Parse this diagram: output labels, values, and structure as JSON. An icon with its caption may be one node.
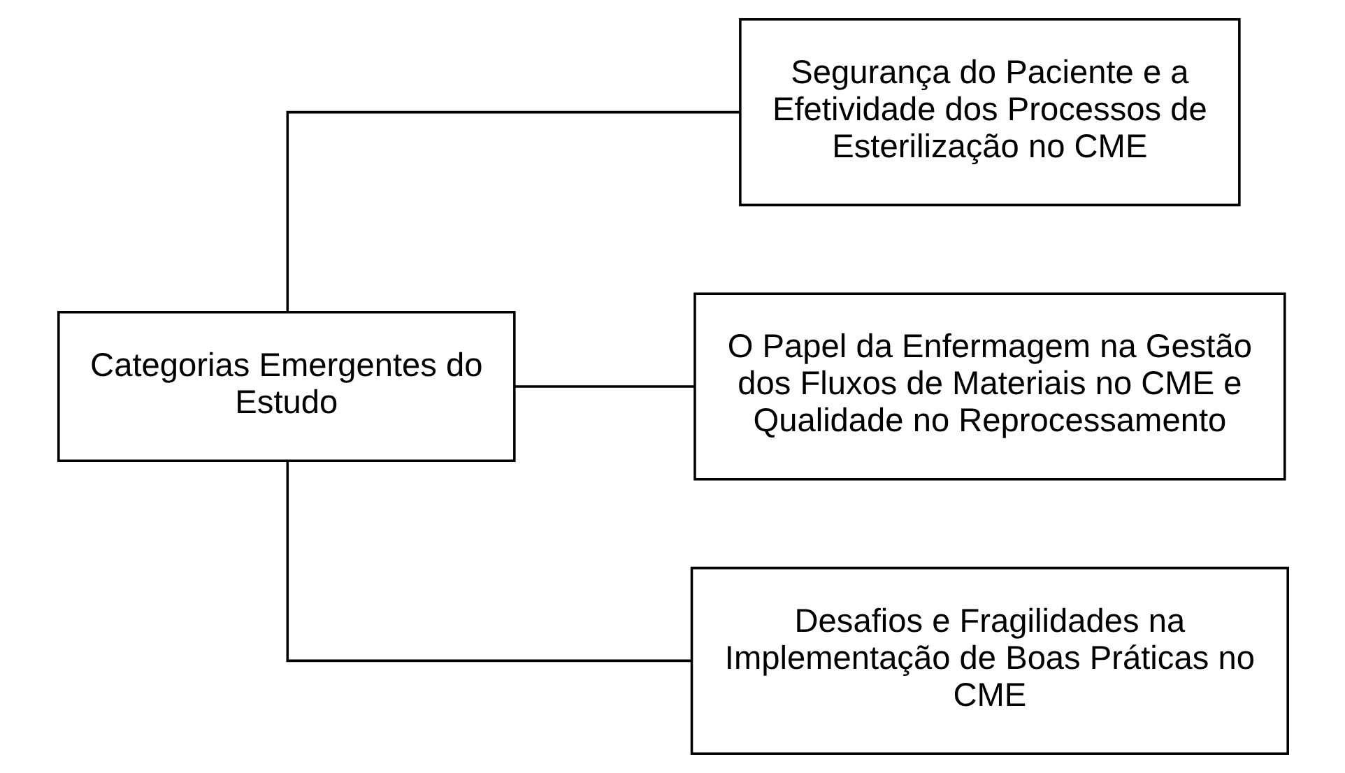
{
  "diagram": {
    "nodes": [
      {
        "text": [
          "Categorias Emergentes do Estudo"
        ]
      },
      {
        "text": [
          "Segurança do Paciente e a Efetividade dos Processos de Esterilização no CME"
        ]
      },
      {
        "text": [
          "O Papel da Enfermagem na Gestão dos Fluxos de Materiais no CME e Qualidade no Reprocessamento"
        ]
      },
      {
        "text": [
          "Desafios e Fragilidades na Implementação de Boas Práticas no CME"
        ]
      }
    ],
    "edges": [
      {
        "from": 0,
        "to": 1,
        "arrow": "none"
      },
      {
        "from": 0,
        "to": 2,
        "arrow": "none"
      },
      {
        "from": 0,
        "to": 3,
        "arrow": "none"
      }
    ]
  }
}
